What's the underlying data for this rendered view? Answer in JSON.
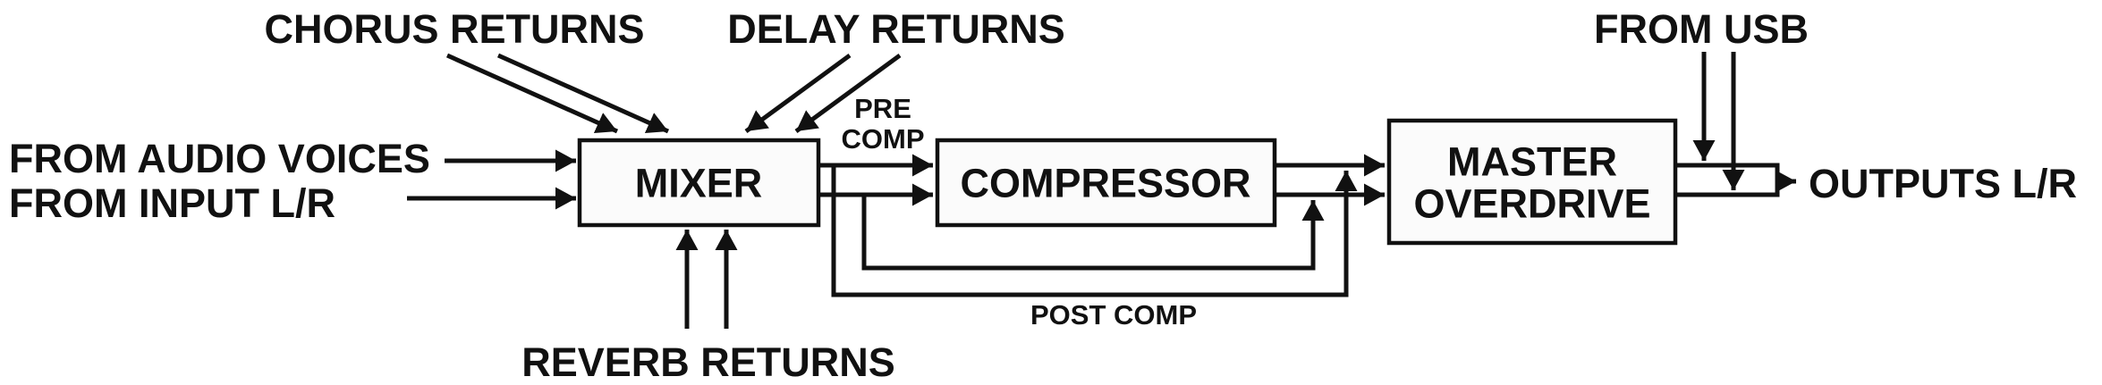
{
  "diagram": {
    "inputs": {
      "from_audio_voices": "FROM AUDIO VOICES",
      "from_input_lr": "FROM INPUT L/R",
      "from_usb": "FROM USB"
    },
    "returns": {
      "chorus": "CHORUS RETURNS",
      "delay": "DELAY RETURNS",
      "reverb": "REVERB RETURNS"
    },
    "blocks": {
      "mixer": "MIXER",
      "compressor": "COMPRESSOR",
      "master_overdrive_line1": "MASTER",
      "master_overdrive_line2": "OVERDRIVE"
    },
    "taps": {
      "pre_comp_line1": "PRE",
      "pre_comp_line2": "COMP",
      "post_comp": "POST COMP"
    },
    "output": {
      "outputs_lr": "OUTPUTS L/R"
    },
    "colors": {
      "ink": "#111111",
      "background": "#ffffff",
      "box_fill": "#fbfbfb"
    }
  }
}
